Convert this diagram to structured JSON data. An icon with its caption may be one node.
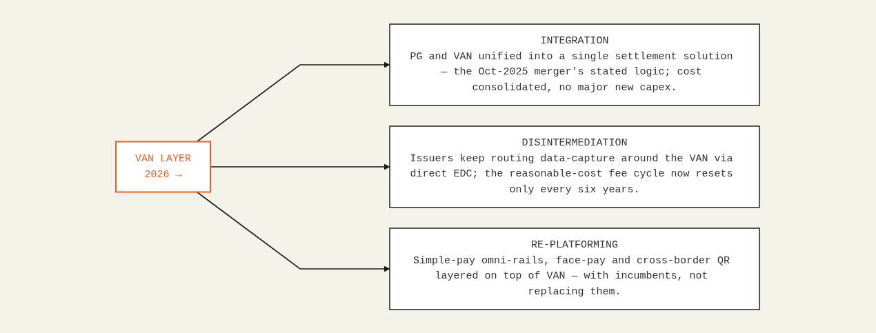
{
  "diagram": {
    "nodes": [
      {
        "text": [
          "VAN LAYER",
          "2026 →"
        ]
      },
      {
        "text": [
          "INTEGRATION",
          "PG and VAN unified into a single settlement solution — the Oct-2025 merger's stated logic; cost consolidated, no major new capex."
        ]
      },
      {
        "text": [
          "DISINTERMEDIATION",
          "Issuers keep routing data-capture around the VAN via direct EDC; the reasonable-cost fee cycle now resets only every six years."
        ]
      },
      {
        "text": [
          "RE-PLATFORMING",
          "Simple-pay omni-rails, face-pay and cross-border QR layered on top of VAN — with incumbents, not replacing them."
        ]
      }
    ],
    "edges": [
      {
        "from": 0,
        "to": 1,
        "arrow": "to"
      },
      {
        "from": 0,
        "to": 2,
        "arrow": "to"
      },
      {
        "from": 0,
        "to": 3,
        "arrow": "to"
      }
    ]
  }
}
